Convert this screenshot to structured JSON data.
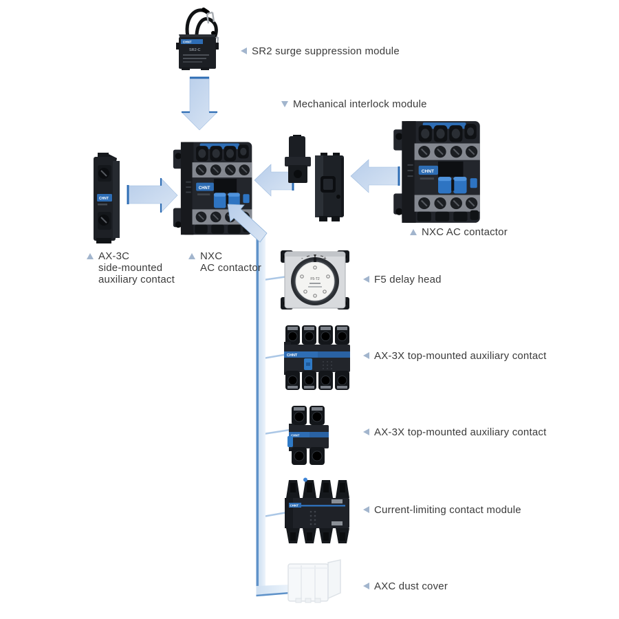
{
  "labels": {
    "sr2": "SR2 surge suppression module",
    "interlock": "Mechanical interlock module",
    "ax3c_1": "AX-3C",
    "ax3c_2": "side-mounted",
    "ax3c_3": "auxiliary contact",
    "nxc_1": "NXC",
    "nxc_2": "AC contactor",
    "nxc_right": "NXC AC contactor",
    "f5": "F5 delay head",
    "ax3x_top1": "AX-3X top-mounted auxiliary contact",
    "ax3x_top2": "AX-3X top-mounted auxiliary contact",
    "clm": "Current-limiting contact module",
    "axc": "AXC dust cover"
  },
  "device_text": {
    "brand": "CHNT",
    "sr2_model": "SR2-C",
    "f5_model": "F5-T2"
  },
  "markers": {
    "sr2": "left-triangle",
    "interlock": "down-triangle",
    "ax3c": "up-triangle",
    "nxc_center": "up-triangle",
    "nxc_right": "up-triangle",
    "accessory_rows": "left-triangle"
  },
  "colors": {
    "accent_blue": "#2e6db4",
    "arrow_fill": "#bdd1ea",
    "arrow_fill_light": "#dae5f4",
    "ribbon_edge": "#5f92c9",
    "branch_line": "#abc7e6",
    "marker_blue": "#a2b5cd",
    "label_text": "#3a3a3a",
    "device_dark": "#1e2126",
    "device_gray": "#848890",
    "pad_blue": "#2e74c2",
    "bg": "#ffffff"
  }
}
